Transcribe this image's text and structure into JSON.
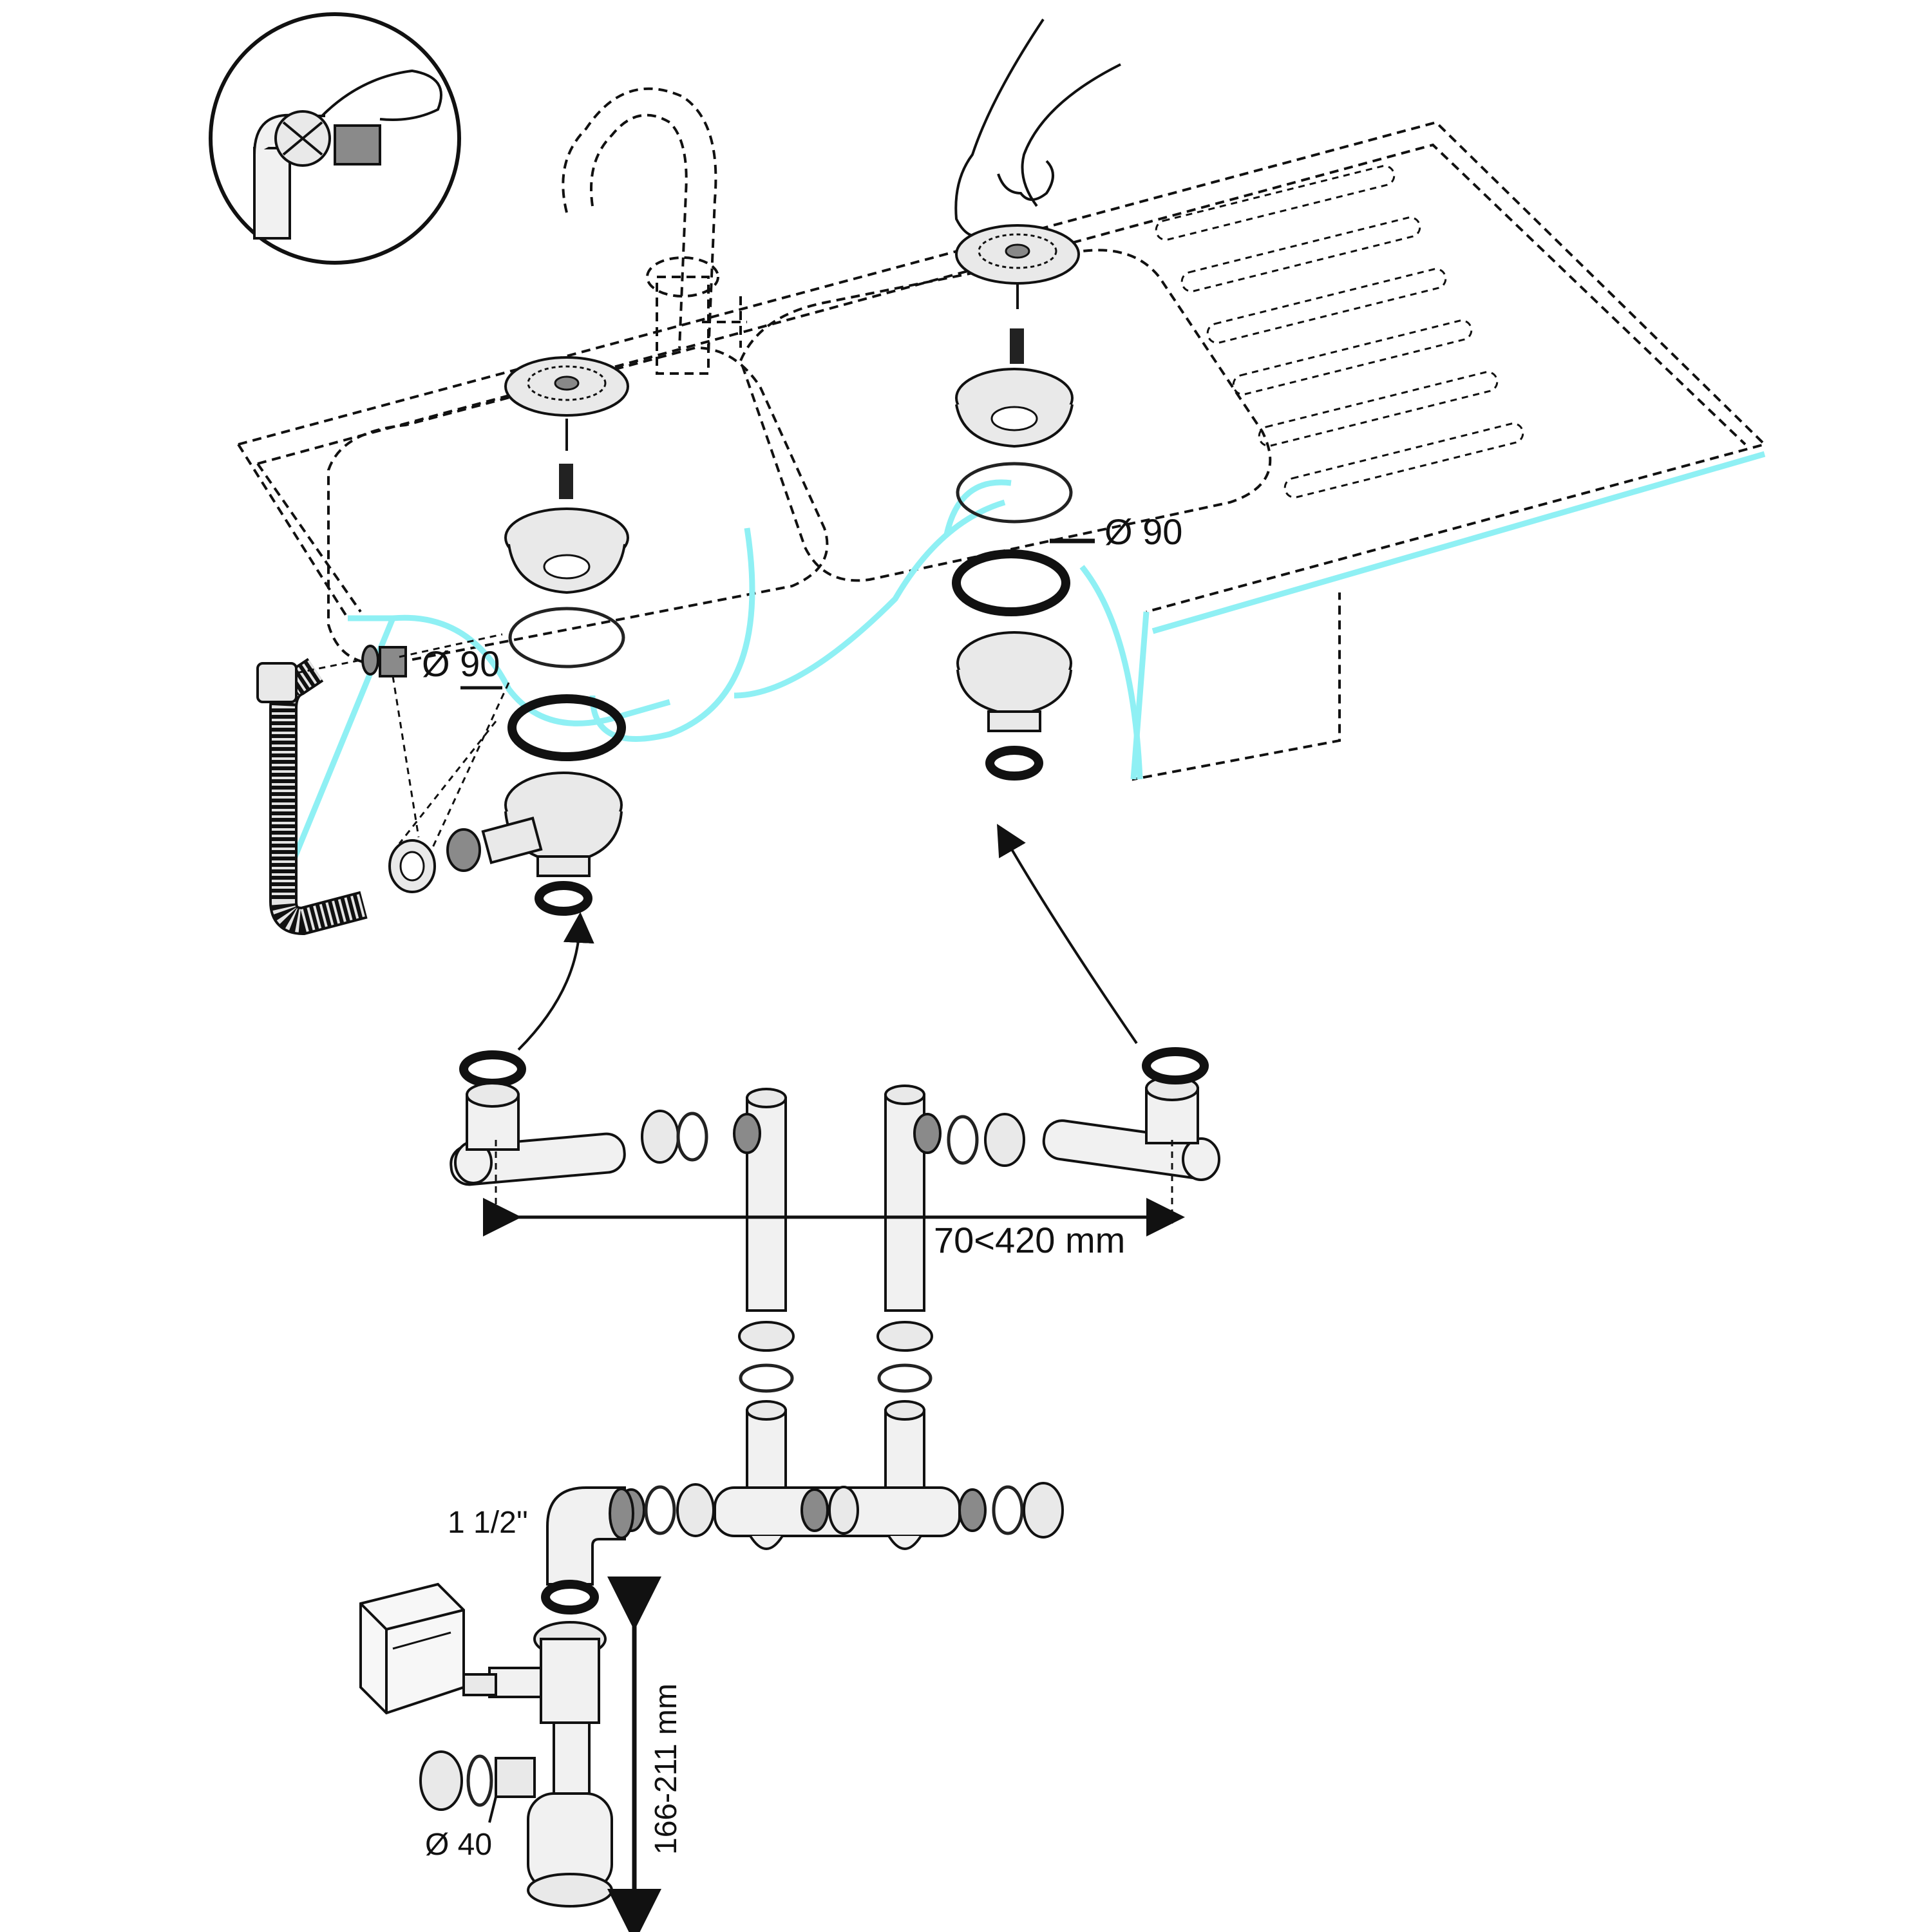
{
  "labels": {
    "diameter_left": "Ø 90",
    "diameter_right": "Ø 90",
    "width_range": "70<420 mm",
    "pipe_size": "1 1/2''",
    "height_range": "166-211 mm",
    "outlet_diameter": "Ø 40"
  },
  "icons": {
    "inset": "hand-removing-strainer-icon",
    "appliance": "washing-machine-icon",
    "hand": "hand-icon"
  },
  "colors": {
    "line": "#111111",
    "highlight": "#8ff0f4",
    "part_fill": "#e9e9e9"
  }
}
